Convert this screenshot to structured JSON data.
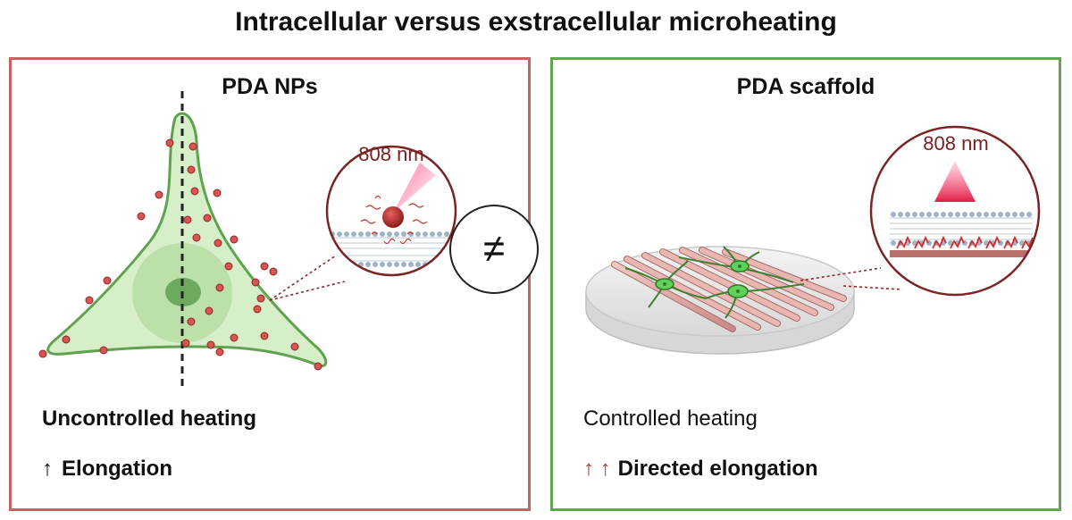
{
  "title": "Intracellular versus exstracellular microheating",
  "left_panel": {
    "title": "PDA NPs",
    "heating_label": "Uncontrolled heating",
    "elongation_arrow": "↑",
    "elongation_label": "Elongation",
    "zoom_wavelength": "808 nm",
    "border_color": "#c9625f"
  },
  "right_panel": {
    "title": "PDA scaffold",
    "heating_label": "Controlled heating",
    "elongation_arrows": "↑ ↑",
    "elongation_label": "Directed elongation",
    "zoom_wavelength": "808 nm",
    "border_color": "#5fa850"
  },
  "comparison_symbol": "≠"
}
